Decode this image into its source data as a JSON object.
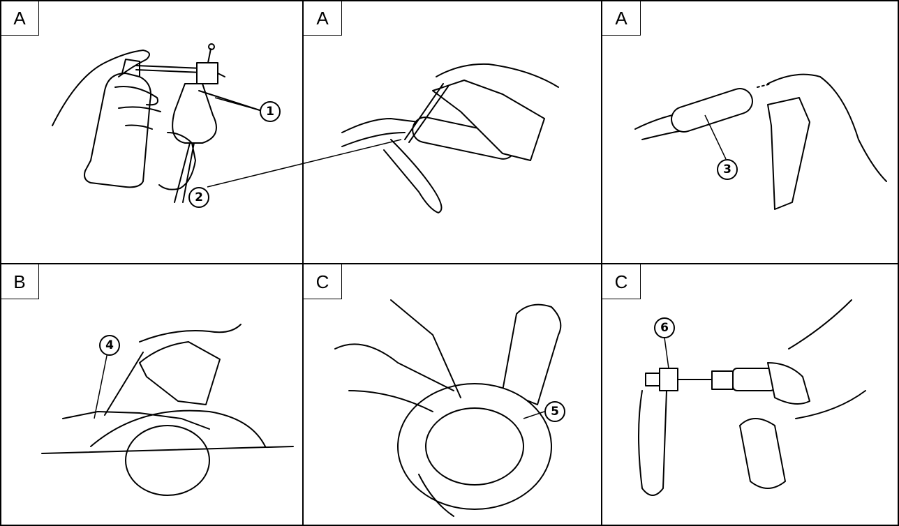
{
  "panels": [
    {
      "tag": "A",
      "callout": "1",
      "depicts": "spray lubricant into cable with cable luber"
    },
    {
      "tag": "A",
      "callout": "2",
      "depicts": "spray lubricant into lever pivot"
    },
    {
      "tag": "A",
      "callout": "3",
      "depicts": "spray lubricant onto throttle grip"
    },
    {
      "tag": "B",
      "callout": "4",
      "depicts": "spray lubricant onto drive chain"
    },
    {
      "tag": "C",
      "callout": "5",
      "depicts": "apply grease inside throttle housing"
    },
    {
      "tag": "C",
      "callout": "6",
      "depicts": "grease cable end"
    }
  ]
}
